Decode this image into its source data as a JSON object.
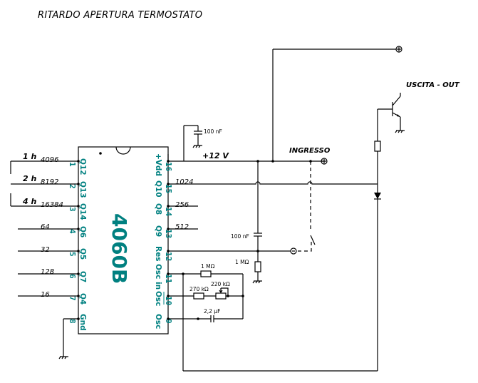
{
  "title": "RITARDO APERTURA TERMOSTATO",
  "chip": {
    "name": "4060B",
    "left_pins": [
      {
        "num": "1",
        "name": "Q12",
        "count": "4096",
        "time": "1 h"
      },
      {
        "num": "2",
        "name": "Q13",
        "count": "8192",
        "time": "2 h"
      },
      {
        "num": "3",
        "name": "Q14",
        "count": "16384",
        "time": "4 h"
      },
      {
        "num": "4",
        "name": "Q6",
        "count": "64"
      },
      {
        "num": "5",
        "name": "Q5",
        "count": "32"
      },
      {
        "num": "6",
        "name": "Q7",
        "count": "128"
      },
      {
        "num": "7",
        "name": "Q4",
        "count": "16"
      },
      {
        "num": "8",
        "name": "Gnd"
      }
    ],
    "right_pins": [
      {
        "num": "16",
        "name": "+Vdd"
      },
      {
        "num": "15",
        "name": "Q10",
        "count": "1024"
      },
      {
        "num": "14",
        "name": "Q8",
        "count": "256"
      },
      {
        "num": "13",
        "name": "Q9",
        "count": "512"
      },
      {
        "num": "12",
        "name": "Res"
      },
      {
        "num": "11",
        "name": "Osc in"
      },
      {
        "num": "10",
        "name": "Osc"
      },
      {
        "num": "9",
        "name": "Osc"
      }
    ]
  },
  "labels": {
    "supply": "+12 V",
    "input": "INGRESSO",
    "output": "USCITA - OUT"
  },
  "components": {
    "decoupling_cap": "100 nF",
    "reset_cap": "100 nF",
    "reset_res": "1 MΩ",
    "osc_res_1": "1 MΩ",
    "osc_res_2": "270 kΩ",
    "osc_pot": "220 kΩ",
    "osc_cap": "2,2 µF"
  },
  "colors": {
    "chip_text": "#008080",
    "wire": "#000000"
  }
}
